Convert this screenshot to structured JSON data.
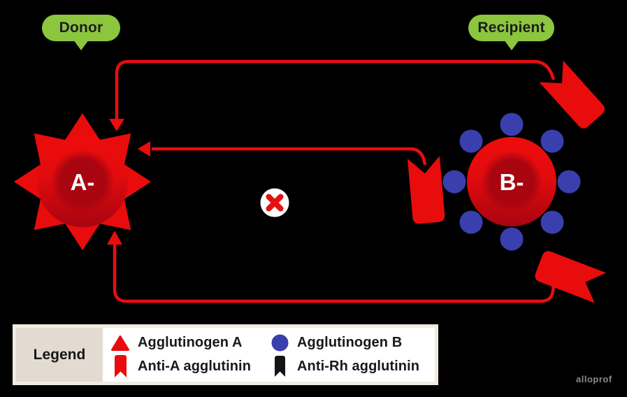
{
  "diagram": {
    "donor_bubble": "Donor",
    "recipient_bubble": "Recipient",
    "donor_cell": {
      "blood_type": "A-"
    },
    "recipient_cell": {
      "blood_type": "B-"
    },
    "compatibility_marker": "incompatible-x"
  },
  "legend": {
    "title": "Legend",
    "items": [
      {
        "label": "Agglutinogen A",
        "icon": "agglutinogen-a-triangle-icon",
        "color": "#E90C0C"
      },
      {
        "label": "Agglutinogen B",
        "icon": "agglutinogen-b-circle-icon",
        "color": "#3A3FAE"
      },
      {
        "label": "Anti-A agglutinin",
        "icon": "anti-a-ribbon-icon",
        "color": "#E90C0C"
      },
      {
        "label": "Anti-Rh agglutinin",
        "icon": "anti-rh-ribbon-icon",
        "color": "#141414"
      }
    ]
  },
  "watermark": "alloprof",
  "colors": {
    "background": "#000000",
    "red": "#E90D0D",
    "dark_red": "#A80510",
    "blue": "#3A3FAE",
    "green": "#8CC63F",
    "legend_beige": "#E3DBD1",
    "legend_border_cream": "#F1EAE1",
    "white": "#FFFFFF"
  }
}
